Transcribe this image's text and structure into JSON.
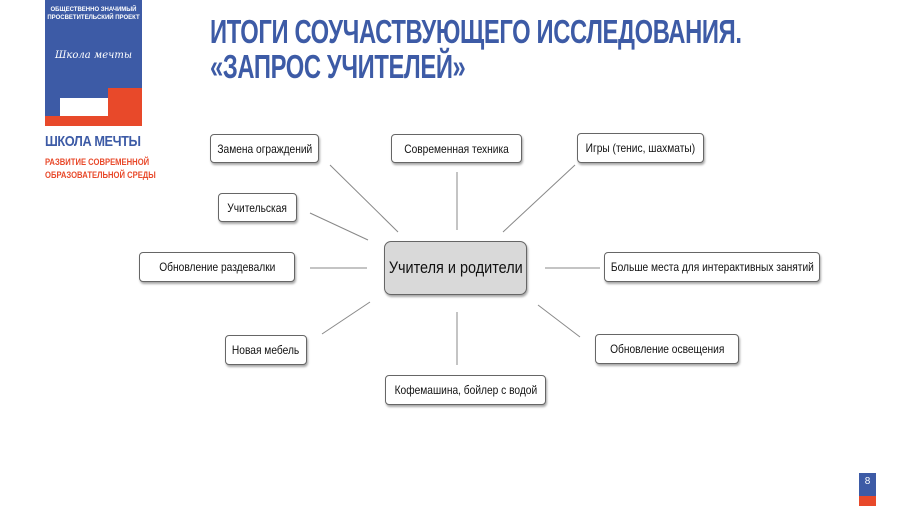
{
  "logo": {
    "top_text": "ОБЩЕСТВЕННО ЗНАЧИМЫЙ ПРОСВЕТИТЕЛЬСКИЙ ПРОЕКТ",
    "script_text": "Школа мечты",
    "brand": "ШКОЛА МЕЧТЫ",
    "subtitle_line1": "РАЗВИТИЕ СОВРЕМЕННОЙ",
    "subtitle_line2": "ОБРАЗОВАТЕЛЬНОЙ СРЕДЫ"
  },
  "title": {
    "line1": "ИТОГИ СОУЧАСТВУЮЩЕГО ИССЛЕДОВАНИЯ.",
    "line2": "«ЗАПРОС УЧИТЕЛЕЙ»"
  },
  "diagram": {
    "center": "Учителя и родители",
    "nodes": [
      "Замена ограждений",
      "Современная техника",
      "Игры (тенис, шахматы)",
      "Учительская",
      "Обновление раздевалки",
      "Больше места для интерактивных занятий",
      "Новая мебель",
      "Обновление освещения",
      "Кофемашина, бойлер  с водой"
    ]
  },
  "page_number": "8",
  "colors": {
    "brand_blue": "#3d5ba6",
    "brand_red": "#e8492a"
  }
}
